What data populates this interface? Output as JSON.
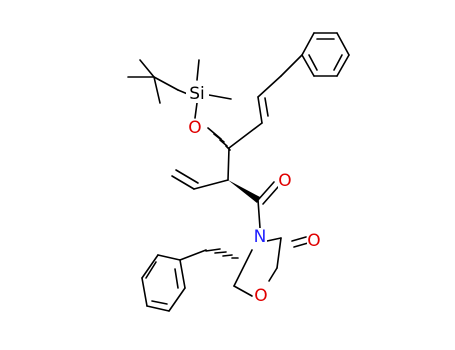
{
  "structure": {
    "colors": {
      "bond": "#000000",
      "oxygen": "#e00000",
      "nitrogen": "#1f1fff",
      "silicon": "#000000",
      "background": "#ffffff"
    },
    "atoms": {
      "si": {
        "symbol": "Si",
        "color": "#000000"
      },
      "o_silyl": {
        "symbol": "O",
        "color": "#e00000"
      },
      "o_carbonyl_exo": {
        "symbol": "O",
        "color": "#e00000"
      },
      "n_ox": {
        "symbol": "N",
        "color": "#1f1fff"
      },
      "o_carbonyl_ring": {
        "symbol": "O",
        "color": "#e00000"
      },
      "o_ring": {
        "symbol": "O",
        "color": "#e00000"
      }
    }
  }
}
